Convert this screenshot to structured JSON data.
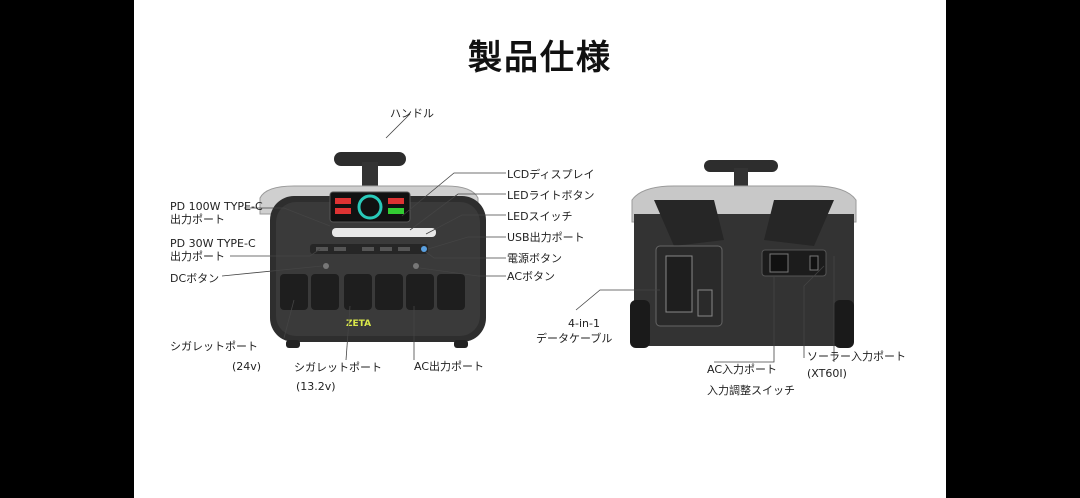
{
  "title": "製品仕様",
  "labels": {
    "handle": "ハンドル",
    "lcd_display": "LCDディスプレイ",
    "led_light_button": "LEDライトボタン",
    "led_switch": "LEDスイッチ",
    "usb_port": "USB出力ポート",
    "power_button": "電源ボタン",
    "ac_button": "ACボタン",
    "pd100_line1": "PD 100W TYPE-C",
    "pd100_line2": "出力ポート",
    "pd30_line1": "PD 30W TYPE-C",
    "pd30_line2": "出力ポート",
    "dc_button": "DCボタン",
    "cig_port_24_line1": "シガレットポート",
    "cig_port_24_line2": "(24v)",
    "cig_port_13_line1": "シガレットポート",
    "cig_port_13_line2": "(13.2v)",
    "ac_out": "AC出力ポート",
    "data_cable_line1": "4-in-1",
    "data_cable_line2": "データケーブル",
    "ac_in": "AC入力ポート",
    "input_switch": "入力調整スイッチ",
    "solar_line1": "ソーラー入力ポート",
    "solar_line2": "(XT60I)"
  },
  "product": {
    "logo_text": "ZETA"
  }
}
